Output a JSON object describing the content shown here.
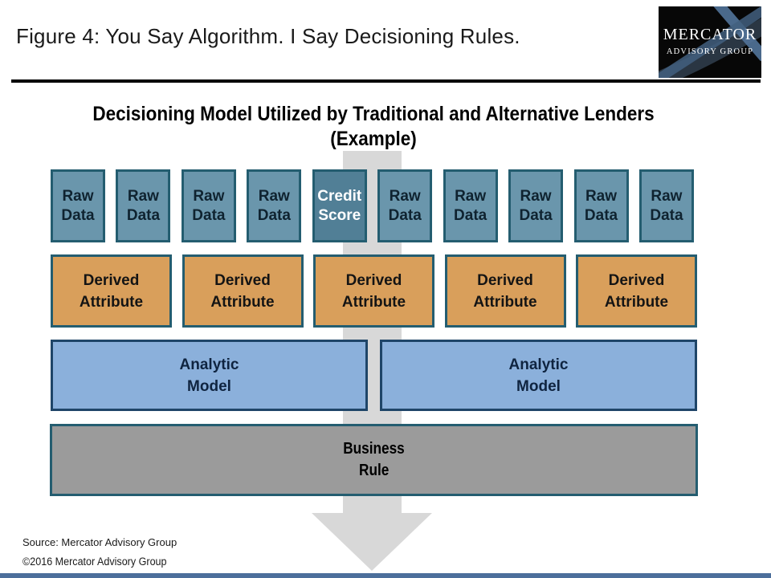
{
  "header": {
    "figure_title": "Figure 4: You Say Algorithm. I Say Decisioning Rules.",
    "logo": {
      "name": "MERCATOR",
      "tagline": "ADVISORY GROUP"
    }
  },
  "diagram": {
    "title_line1": "Decisioning Model Utilized by Traditional and Alternative Lenders",
    "title_line2": "(Example)",
    "row1": [
      {
        "line1": "Raw",
        "line2": "Data"
      },
      {
        "line1": "Raw",
        "line2": "Data"
      },
      {
        "line1": "Raw",
        "line2": "Data"
      },
      {
        "line1": "Raw",
        "line2": "Data"
      },
      {
        "line1": "Credit",
        "line2": "Score"
      },
      {
        "line1": "Raw",
        "line2": "Data"
      },
      {
        "line1": "Raw",
        "line2": "Data"
      },
      {
        "line1": "Raw",
        "line2": "Data"
      },
      {
        "line1": "Raw",
        "line2": "Data"
      },
      {
        "line1": "Raw",
        "line2": "Data"
      }
    ],
    "row2": [
      {
        "line1": "Derived",
        "line2": "Attribute"
      },
      {
        "line1": "Derived",
        "line2": "Attribute"
      },
      {
        "line1": "Derived",
        "line2": "Attribute"
      },
      {
        "line1": "Derived",
        "line2": "Attribute"
      },
      {
        "line1": "Derived",
        "line2": "Attribute"
      }
    ],
    "row3": [
      {
        "line1": "Analytic",
        "line2": "Model"
      },
      {
        "line1": "Analytic",
        "line2": "Model"
      }
    ],
    "row4": {
      "line1": "Business",
      "line2": "Rule"
    }
  },
  "footer": {
    "source": "Source: Mercator Advisory Group",
    "copyright": "©2016 Mercator Advisory Group"
  },
  "colors": {
    "raw_data_fill": "#6a96ac",
    "credit_score_fill": "#517f96",
    "derived_attribute_fill": "#d99f5b",
    "analytic_model_fill": "#8bb0db",
    "business_rule_fill": "#9b9b9b",
    "box_border_teal": "#245d70",
    "analytic_border": "#1f4568",
    "arrow_gray": "#d8d8d8",
    "bottom_bar_blue": "#4c6f9b",
    "logo_background": "#070707",
    "logo_swoosh_blue": "#52749a"
  }
}
